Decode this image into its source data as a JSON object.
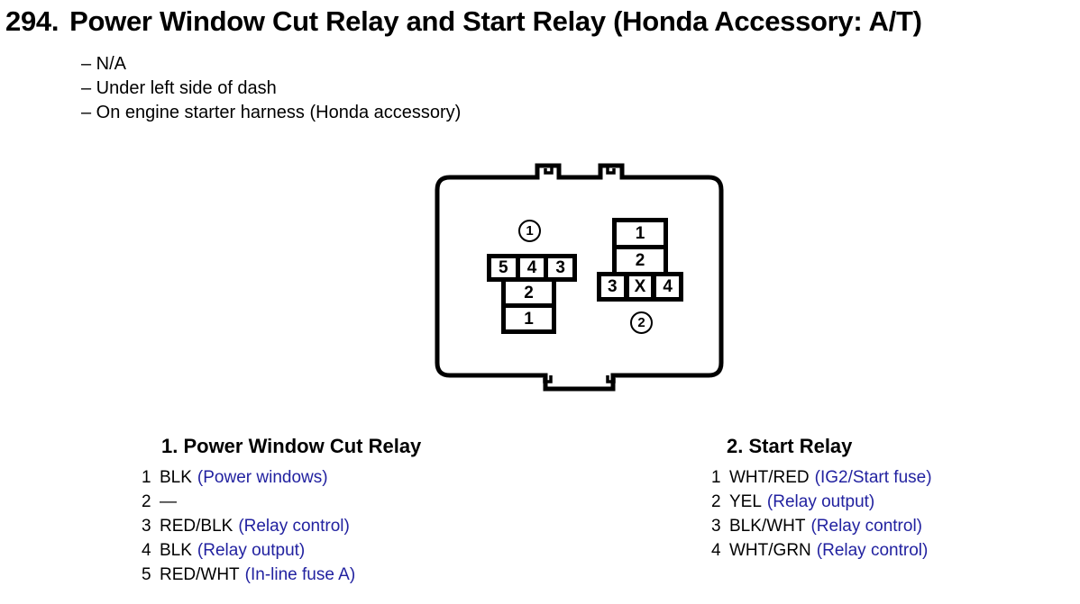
{
  "page": {
    "number": "294.",
    "title": "Power Window Cut Relay and Start Relay (Honda Accessory: A/T)",
    "notes": [
      "– N/A",
      "– Under left side of dash",
      "– On engine starter harness (Honda accessory)"
    ]
  },
  "diagram": {
    "connector1": {
      "callout": "1",
      "top_row": [
        "5",
        "4",
        "3"
      ],
      "stack": [
        "2",
        "1"
      ]
    },
    "connector2": {
      "callout": "2",
      "stack": [
        "1",
        "2"
      ],
      "bottom_row": [
        "3",
        "X",
        "4"
      ]
    }
  },
  "legends": {
    "relay1": {
      "heading": "1. Power Window Cut Relay",
      "pins": [
        {
          "num": "1",
          "wire": "BLK",
          "desc": "(Power windows)"
        },
        {
          "num": "2",
          "wire": "—",
          "desc": ""
        },
        {
          "num": "3",
          "wire": "RED/BLK",
          "desc": "(Relay control)"
        },
        {
          "num": "4",
          "wire": "BLK",
          "desc": "(Relay output)"
        },
        {
          "num": "5",
          "wire": "RED/WHT",
          "desc": "(In-line fuse A)"
        }
      ]
    },
    "relay2": {
      "heading": "2. Start Relay",
      "pins": [
        {
          "num": "1",
          "wire": "WHT/RED",
          "desc": "(IG2/Start fuse)"
        },
        {
          "num": "2",
          "wire": "YEL",
          "desc": "(Relay output)"
        },
        {
          "num": "3",
          "wire": "BLK/WHT",
          "desc": "(Relay control)"
        },
        {
          "num": "4",
          "wire": "WHT/GRN",
          "desc": "(Relay control)"
        }
      ]
    }
  },
  "colors": {
    "ink_black": "#000000",
    "desc_blue": "#2222a0",
    "background": "#ffffff"
  }
}
